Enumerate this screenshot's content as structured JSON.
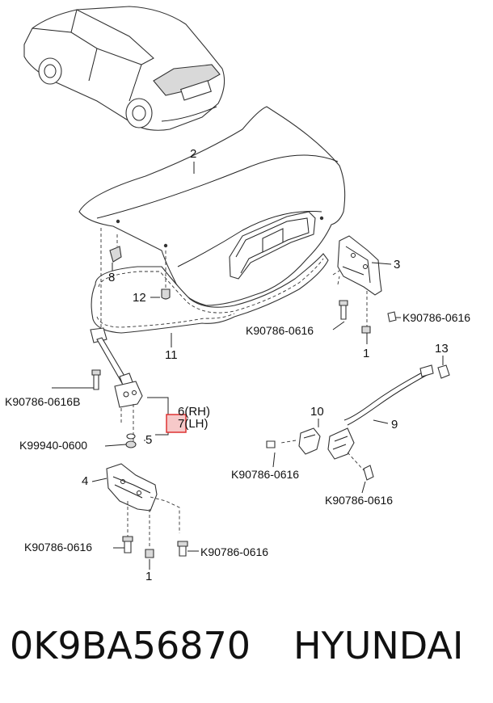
{
  "callouts": {
    "c2": "2",
    "c3": "3",
    "c8": "8",
    "c12": "12",
    "c11": "11",
    "c1a": "1",
    "c1b": "1",
    "c13": "13",
    "c10": "10",
    "c9": "9",
    "c6": "6(RH)",
    "c7": "7(LH)",
    "c5": "5",
    "c4": "4"
  },
  "part_codes": {
    "k_hinge_right": "K90786-0616",
    "k_hinge_left": "K90786-0616",
    "k_strut": "K90786-0616B",
    "k_washer": "K99940-0600",
    "k_latch_left": "K90786-0616",
    "k_latch_right": "K90786-0616",
    "k_bottom_left": "K90786-0616",
    "k_bottom_right": "K90786-0616"
  },
  "footer": {
    "part_number": "0K9BA56870",
    "brand": "HYUNDAI"
  },
  "colors": {
    "highlight_fill": "#f6c9c9",
    "highlight_stroke": "#d33333",
    "line": "#222222"
  }
}
